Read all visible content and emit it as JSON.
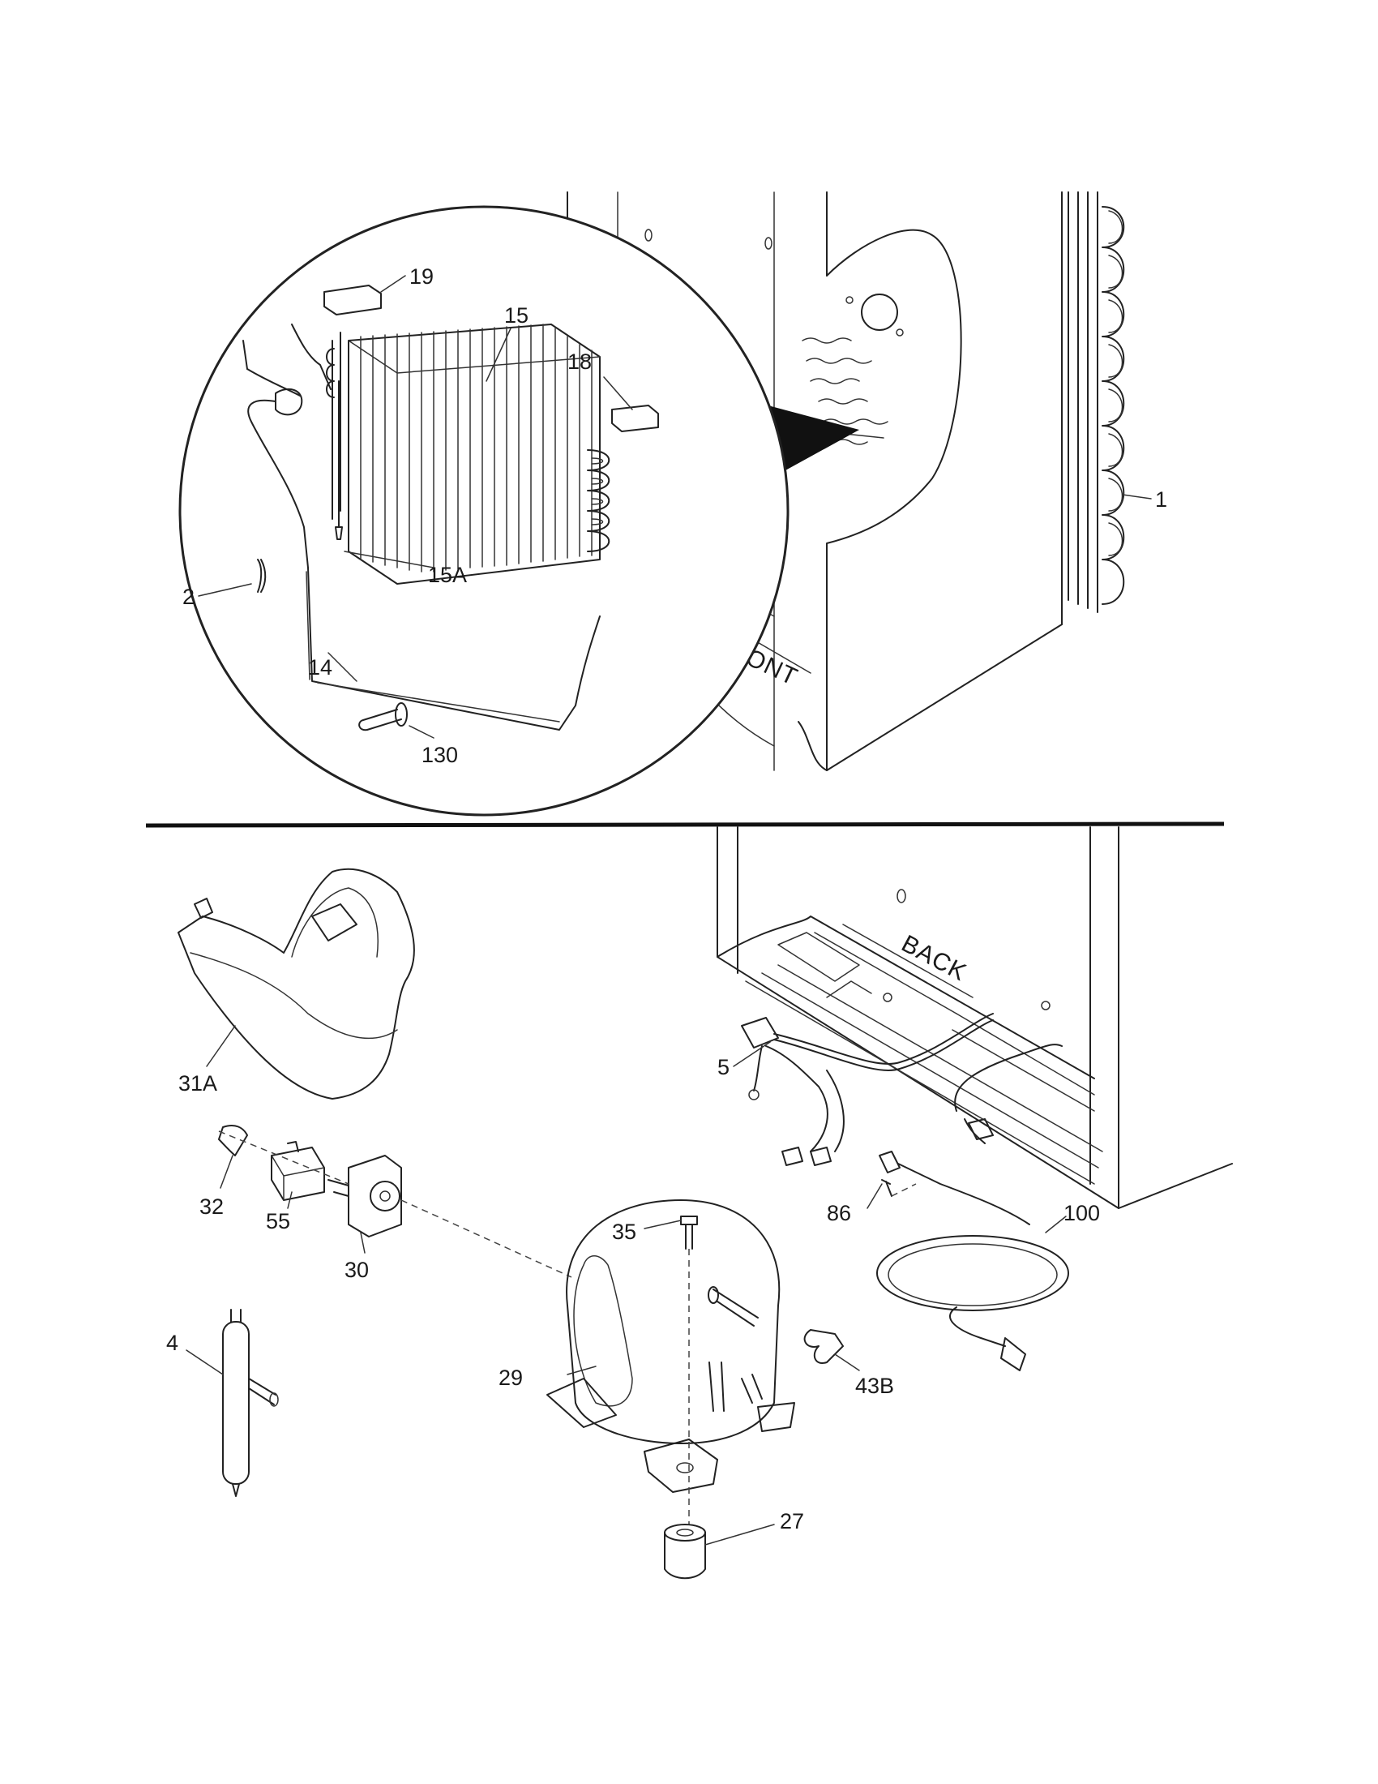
{
  "top_section": {
    "cabinet_label": "FRONT",
    "callouts": [
      {
        "id": "c19",
        "text": "19"
      },
      {
        "id": "c15",
        "text": "15"
      },
      {
        "id": "c18",
        "text": "18"
      },
      {
        "id": "c2",
        "text": "2"
      },
      {
        "id": "c15a",
        "text": "15A"
      },
      {
        "id": "c14",
        "text": "14"
      },
      {
        "id": "c130",
        "text": "130"
      },
      {
        "id": "c1",
        "text": "1"
      }
    ]
  },
  "bottom_section": {
    "cabinet_label": "BACK",
    "callouts": [
      {
        "id": "c31a",
        "text": "31A"
      },
      {
        "id": "c32",
        "text": "32"
      },
      {
        "id": "c55",
        "text": "55"
      },
      {
        "id": "c30",
        "text": "30"
      },
      {
        "id": "c4",
        "text": "4"
      },
      {
        "id": "c35",
        "text": "35"
      },
      {
        "id": "c29",
        "text": "29"
      },
      {
        "id": "c27",
        "text": "27"
      },
      {
        "id": "c43b",
        "text": "43B"
      },
      {
        "id": "c5",
        "text": "5"
      },
      {
        "id": "c86",
        "text": "86"
      },
      {
        "id": "c100",
        "text": "100"
      }
    ]
  }
}
